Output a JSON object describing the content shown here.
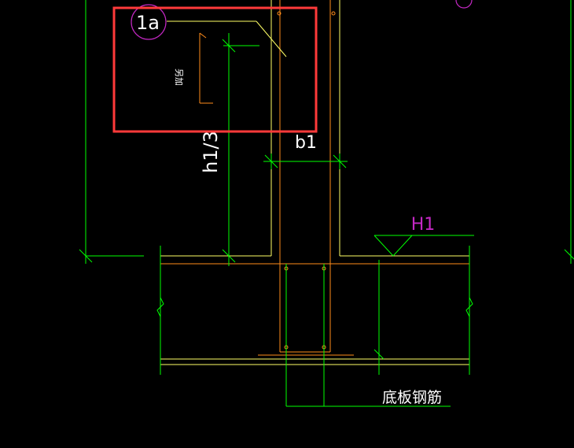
{
  "labels": {
    "callout": "1a",
    "dim_h": "h1/3",
    "dim_b": "b1",
    "elevation": "H1",
    "side_note": "另加",
    "bottom_note": "底板钢筋"
  },
  "colors": {
    "background": "#000000",
    "green": "#00ff00",
    "yellow": "#ffff66",
    "orange": "#ff8c1a",
    "magenta": "#c428c4",
    "white": "#ffffff",
    "highlight": "#ff3a3a"
  }
}
